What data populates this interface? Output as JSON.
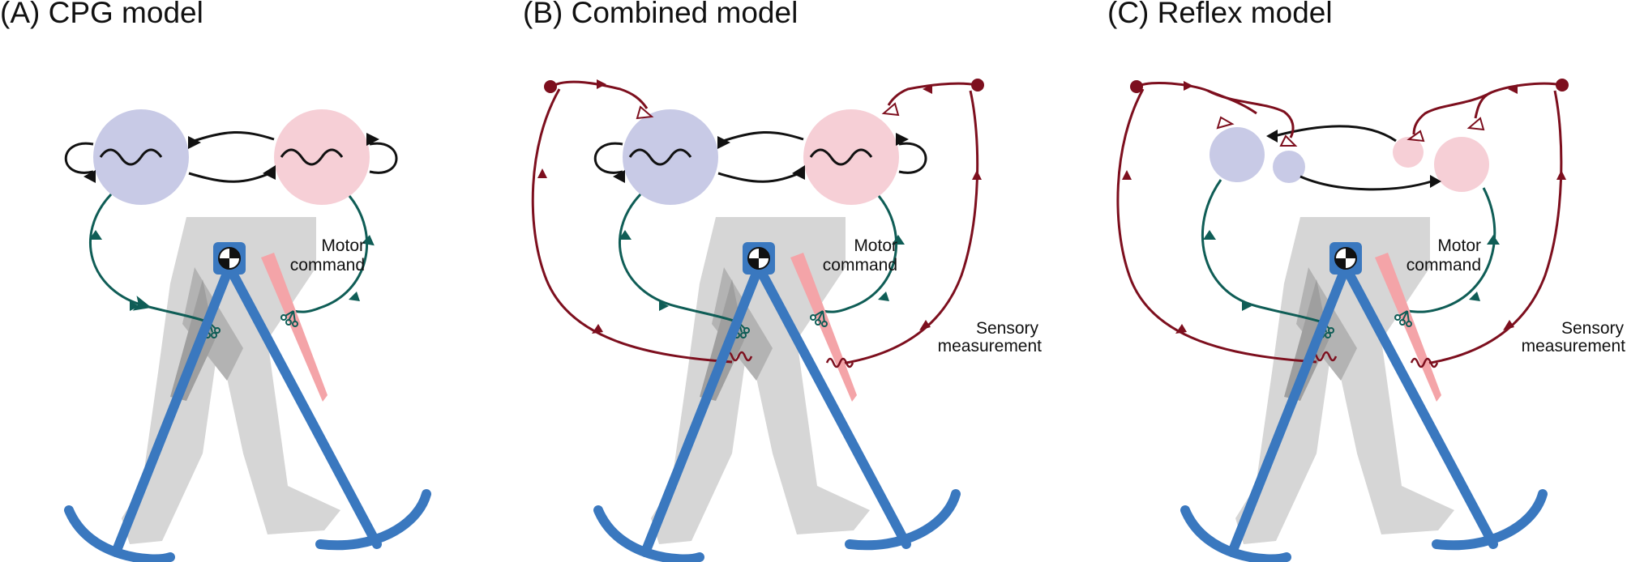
{
  "panels": [
    {
      "title": "(A) CPG model",
      "motor_label": [
        "Motor",
        "command"
      ]
    },
    {
      "title": "(B) Combined model",
      "motor_label": [
        "Motor",
        "command"
      ],
      "sensory_label": [
        "Sensory",
        "measurement"
      ]
    },
    {
      "title": "(C) Reflex model",
      "motor_label": [
        "Motor",
        "command"
      ],
      "sensory_label": [
        "Sensory",
        "measurement"
      ]
    }
  ],
  "colors": {
    "flexor_neuron": "#c8cae6",
    "extensor_neuron": "#f6cfd6",
    "motor_path": "#0f5d56",
    "sensory_path": "#7d0f1e",
    "leg": "#3a78bf",
    "body_silhouette": "#d6d6d6",
    "muscle": "#f4a4a8"
  }
}
